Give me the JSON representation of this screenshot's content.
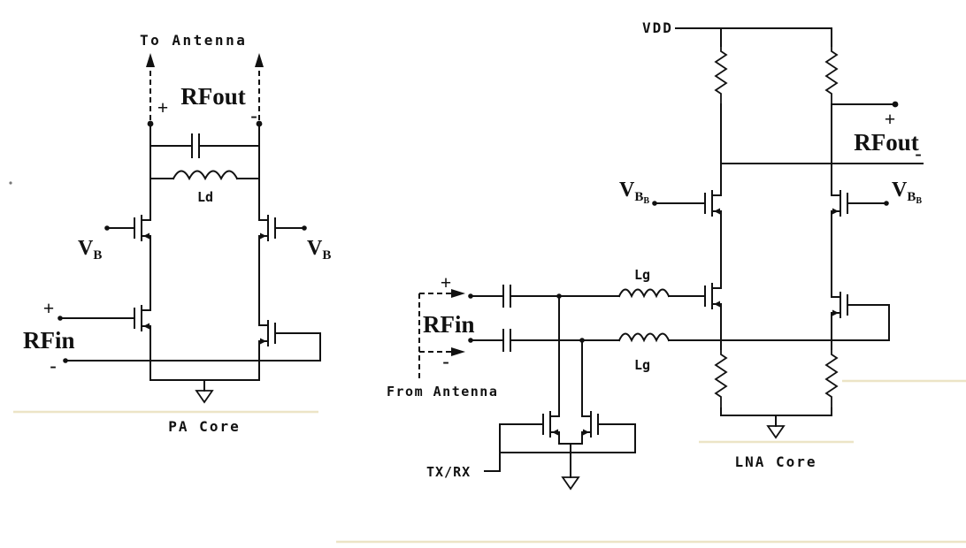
{
  "pa": {
    "to_antenna": "To Antenna",
    "rfout": {
      "plus": "+",
      "label": "RFout",
      "minus": "-"
    },
    "ld": "Ld",
    "vb_left": {
      "main": "V",
      "sub": "B"
    },
    "vb_right": {
      "main": "V",
      "sub": "B"
    },
    "rfin": {
      "plus": "+",
      "label": "RFin",
      "minus": "-"
    },
    "core": "PA Core"
  },
  "lna": {
    "vdd": "VDD",
    "rfout": {
      "plus": "+",
      "label": "RFout",
      "minus": "-"
    },
    "vb_left": {
      "main": "V",
      "sub": "B",
      "sub2": "B"
    },
    "vb_right": {
      "main": "V",
      "sub": "B",
      "sub2": "B"
    },
    "lg_top": "Lg",
    "lg_bottom": "Lg",
    "rfin": {
      "plus": "+",
      "label": "RFin",
      "minus": "-"
    },
    "from_antenna": "From Antenna",
    "txrx": "TX/RX",
    "core": "LNA Core"
  },
  "colors": {
    "ink": "#111111",
    "paper": "#ffffff",
    "artifact": "#ece4c6"
  }
}
